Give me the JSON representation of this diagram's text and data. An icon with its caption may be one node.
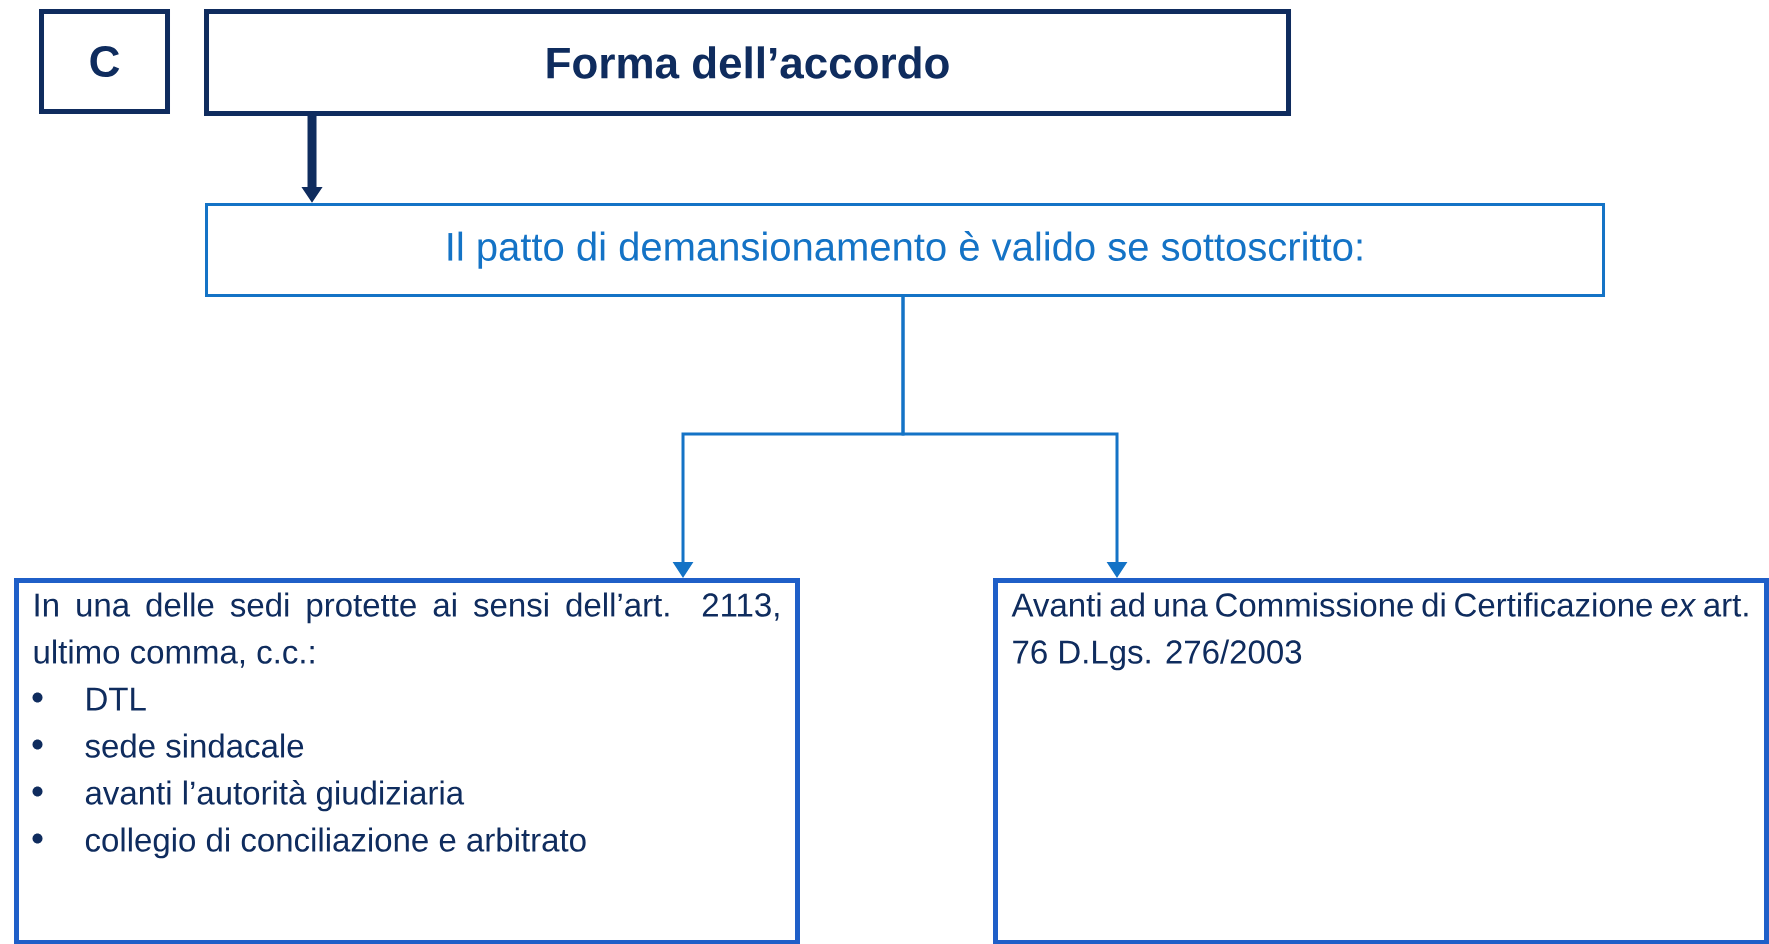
{
  "diagram": {
    "nodes": [
      {
        "text": [
          "C"
        ]
      },
      {
        "text": [
          "Forma dell’accordo"
        ]
      },
      {
        "text": [
          "Il patto di demansionamento è valido se sottoscritto:"
        ]
      },
      {
        "text": [
          "In una delle sedi protette ai sensi dell’art. 2113, ultimo comma, c.c.:",
          "DTL",
          "sede sindacale",
          "avanti l’autorità giudiziaria",
          "collegio di conciliazione e arbitrato"
        ]
      },
      {
        "text": [
          "Avanti ad una Commissione di Certificazione *ex* art. 76 D.Lgs. 276/2003"
        ]
      }
    ],
    "edges": [
      {
        "from": 1,
        "to": 2,
        "arrow": "to",
        "style": "thick",
        "color": "#0f2c5e"
      },
      {
        "from": 2,
        "to": 3,
        "arrow": "to"
      },
      {
        "from": 2,
        "to": 4,
        "arrow": "to"
      }
    ]
  }
}
